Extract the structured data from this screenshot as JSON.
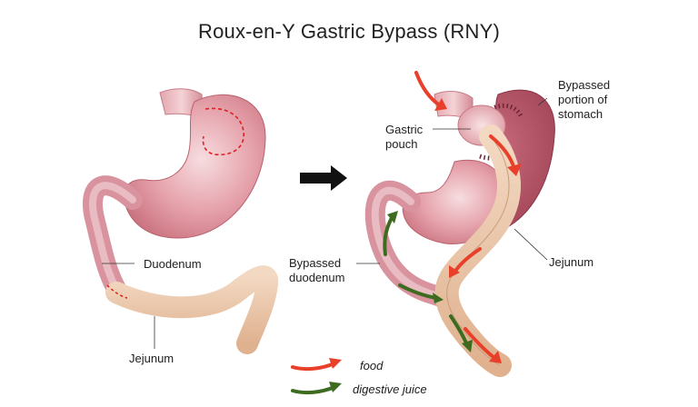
{
  "title": "Roux-en-Y Gastric Bypass (RNY)",
  "labels": {
    "duodenum": "Duodenum",
    "jejunum_left": "Jejunum",
    "bypassed_stomach": [
      "Bypassed",
      "portion of",
      "stomach"
    ],
    "gastric_pouch": [
      "Gastric",
      "pouch"
    ],
    "bypassed_duodenum": [
      "Bypassed",
      "duodenum"
    ],
    "jejunum_right": "Jejunum"
  },
  "legend": {
    "food": "food",
    "digestive_juice": "digestive juice"
  },
  "colors": {
    "food_arrow": "#e8402a",
    "digestive_juice_arrow": "#3d6b1f",
    "stomach": "#d9808c",
    "jejunum": "#e9c3a4"
  }
}
